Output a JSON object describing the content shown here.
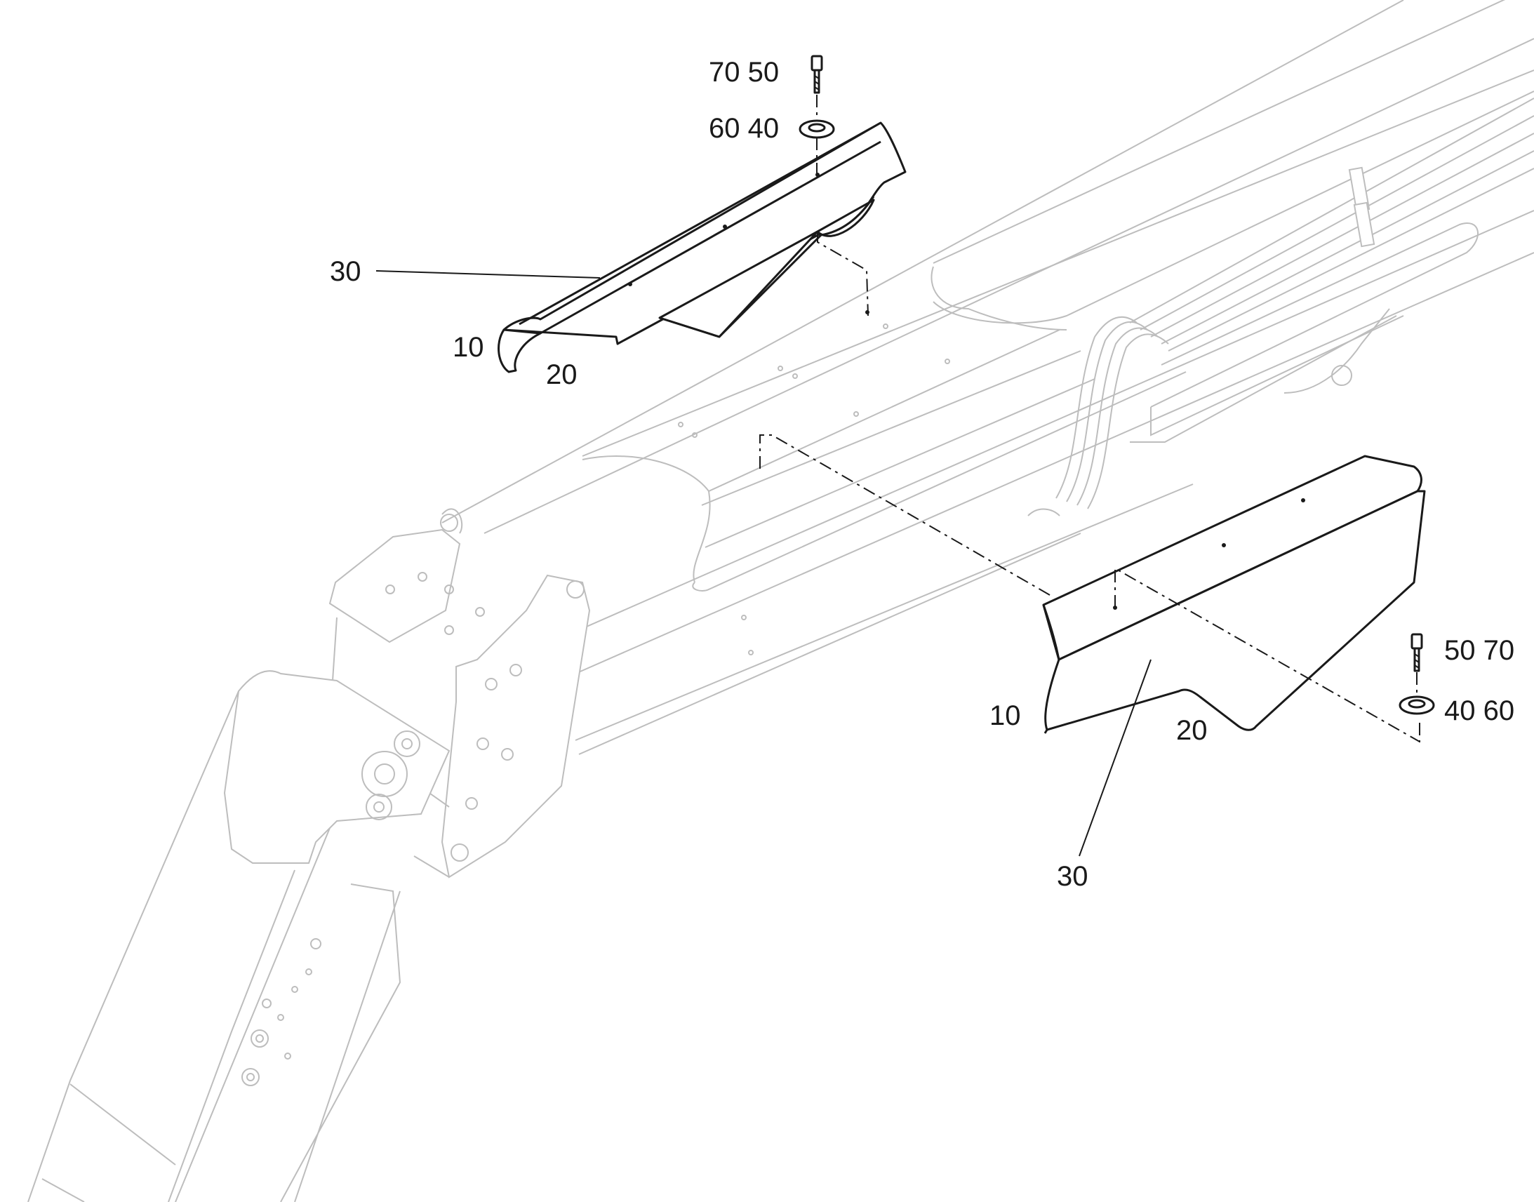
{
  "diagram": {
    "callouts_upper": {
      "bolt_refs": "70 50",
      "washer_refs": "60 40",
      "cover_ref": "30",
      "guide_ref": "10",
      "plate_ref": "20"
    },
    "callouts_lower": {
      "bolt_refs": "50 70",
      "washer_refs": "40 60",
      "cover_ref": "30",
      "guide_ref": "10",
      "plate_ref": "20"
    },
    "icons": [
      "bolt-icon",
      "washer-icon"
    ],
    "colors": {
      "line": "#1a1a1a",
      "background_line": "#bdbdbd"
    }
  }
}
